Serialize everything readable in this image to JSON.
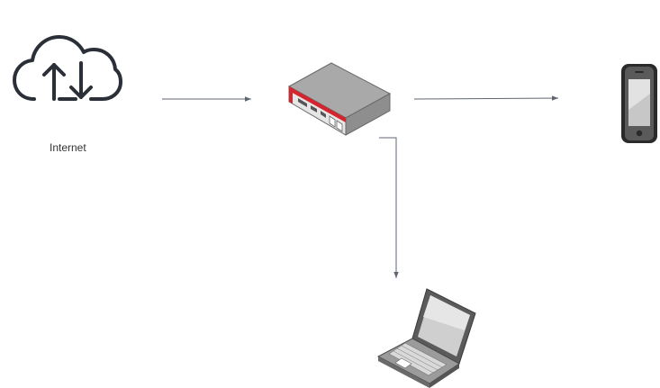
{
  "diagram": {
    "nodes": [
      {
        "id": "internet",
        "label": "Internet",
        "icon": "cloud-upload-download-icon"
      },
      {
        "id": "router",
        "label": "",
        "icon": "router-icon"
      },
      {
        "id": "phone",
        "label": "",
        "icon": "smartphone-icon"
      },
      {
        "id": "laptop",
        "label": "",
        "icon": "laptop-icon"
      }
    ],
    "edges": [
      {
        "from": "internet",
        "to": "router"
      },
      {
        "from": "router",
        "to": "phone"
      },
      {
        "from": "router",
        "to": "laptop"
      }
    ],
    "colors": {
      "connector": "#5f6670",
      "icon_stroke": "#2b3038",
      "router_body": "#a9a9a9",
      "router_accent": "#d4242e",
      "device_dark": "#2a2a2a",
      "screen": "#c7c7c7"
    }
  }
}
